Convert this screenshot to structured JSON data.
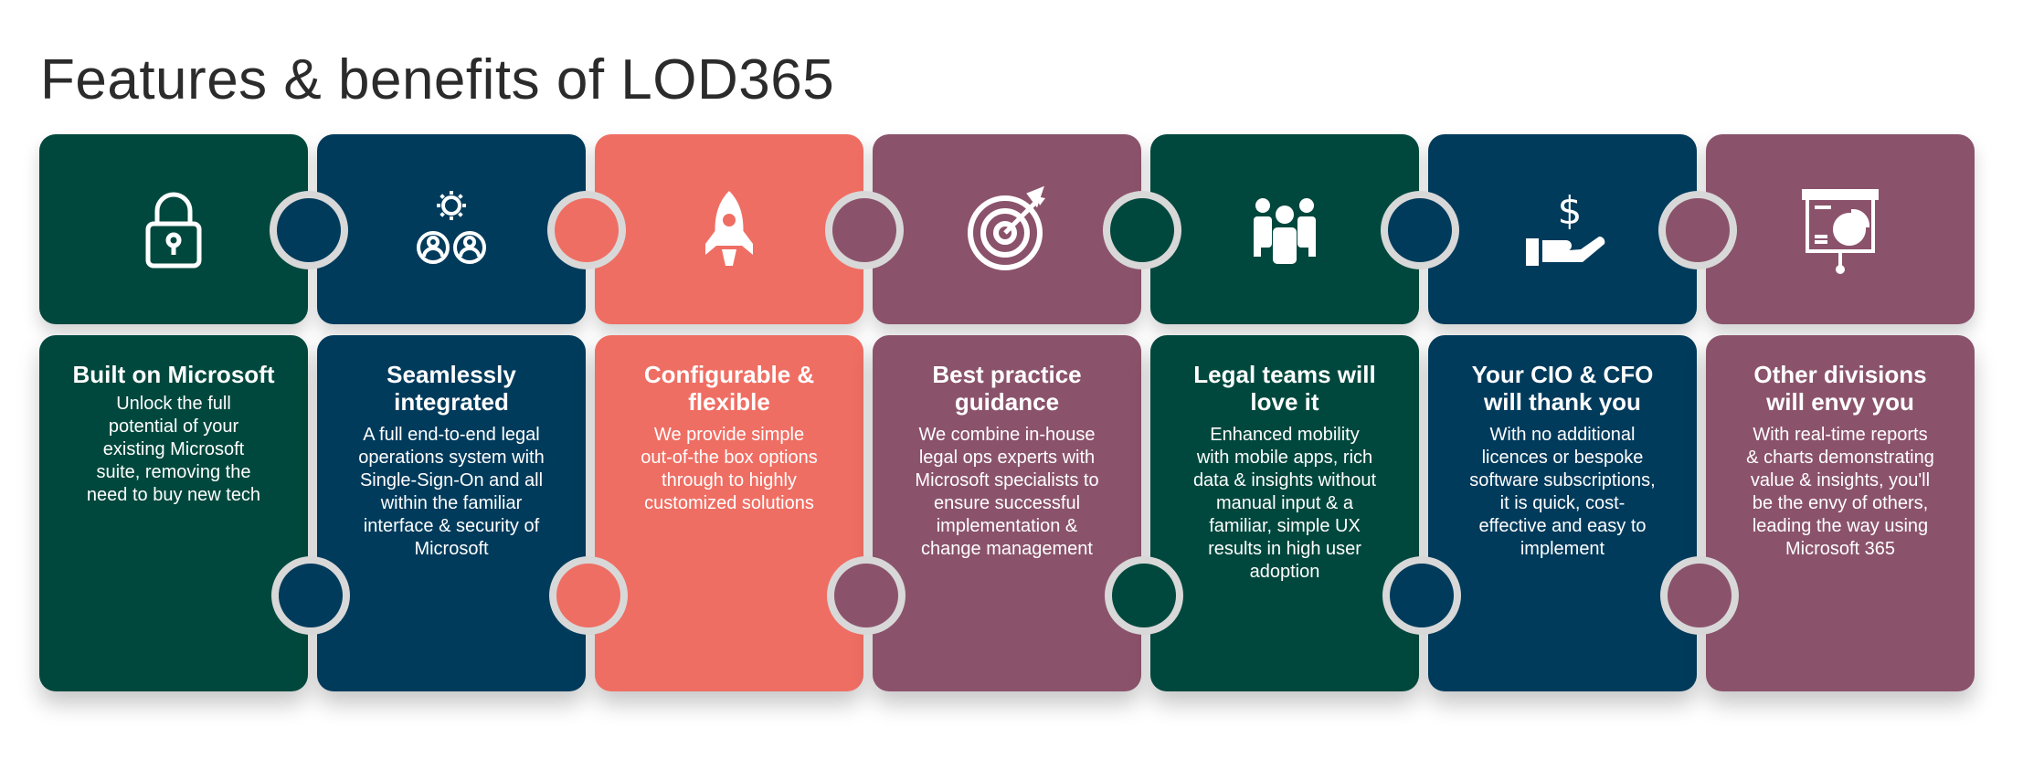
{
  "title": "Features & benefits of LOD365",
  "colors": {
    "green": "#00483d",
    "blue": "#003b5c",
    "coral": "#ef6e63",
    "mauve": "#8b536b",
    "connector_outline": "#d8d8d8"
  },
  "tiles": [
    {
      "icon": "lock-icon",
      "heading": "Built on Microsoft",
      "desc": [
        "Unlock the full",
        "potential of your",
        "existing Microsoft",
        "suite, removing the",
        "need to buy new tech"
      ]
    },
    {
      "icon": "users-gear-icon",
      "heading": "Seamlessly\nintegrated",
      "desc": [
        "A full end-to-end legal",
        "operations system with",
        "Single-Sign-On and all",
        "within the familiar",
        "interface & security of",
        "Microsoft"
      ]
    },
    {
      "icon": "rocket-icon",
      "heading": "Configurable &\nflexible",
      "desc": [
        "We provide simple",
        "out-of-the box options",
        "through to highly",
        "customized solutions"
      ]
    },
    {
      "icon": "target-icon",
      "heading": "Best practice\nguidance",
      "desc": [
        "We combine in-house",
        "legal ops experts with",
        "Microsoft specialists to",
        "ensure successful",
        "implementation &",
        "change management"
      ]
    },
    {
      "icon": "team-icon",
      "heading": "Legal teams will\nlove it",
      "desc": [
        "Enhanced mobility",
        "with mobile apps, rich",
        "data & insights without",
        "manual input & a",
        "familiar, simple UX",
        "results in high user",
        "adoption"
      ]
    },
    {
      "icon": "hand-dollar-icon",
      "heading": "Your CIO & CFO\nwill thank you",
      "desc": [
        "With no additional",
        "licences or bespoke",
        "software subscriptions,",
        "it is quick, cost-",
        "effective and easy to",
        "implement"
      ]
    },
    {
      "icon": "presentation-chart-icon",
      "heading": "Other divisions\nwill envy you",
      "desc": [
        "With real-time reports",
        "& charts demonstrating",
        "value & insights, you'll",
        "be the envy of others,",
        "leading the way using",
        "Microsoft 365"
      ]
    }
  ]
}
